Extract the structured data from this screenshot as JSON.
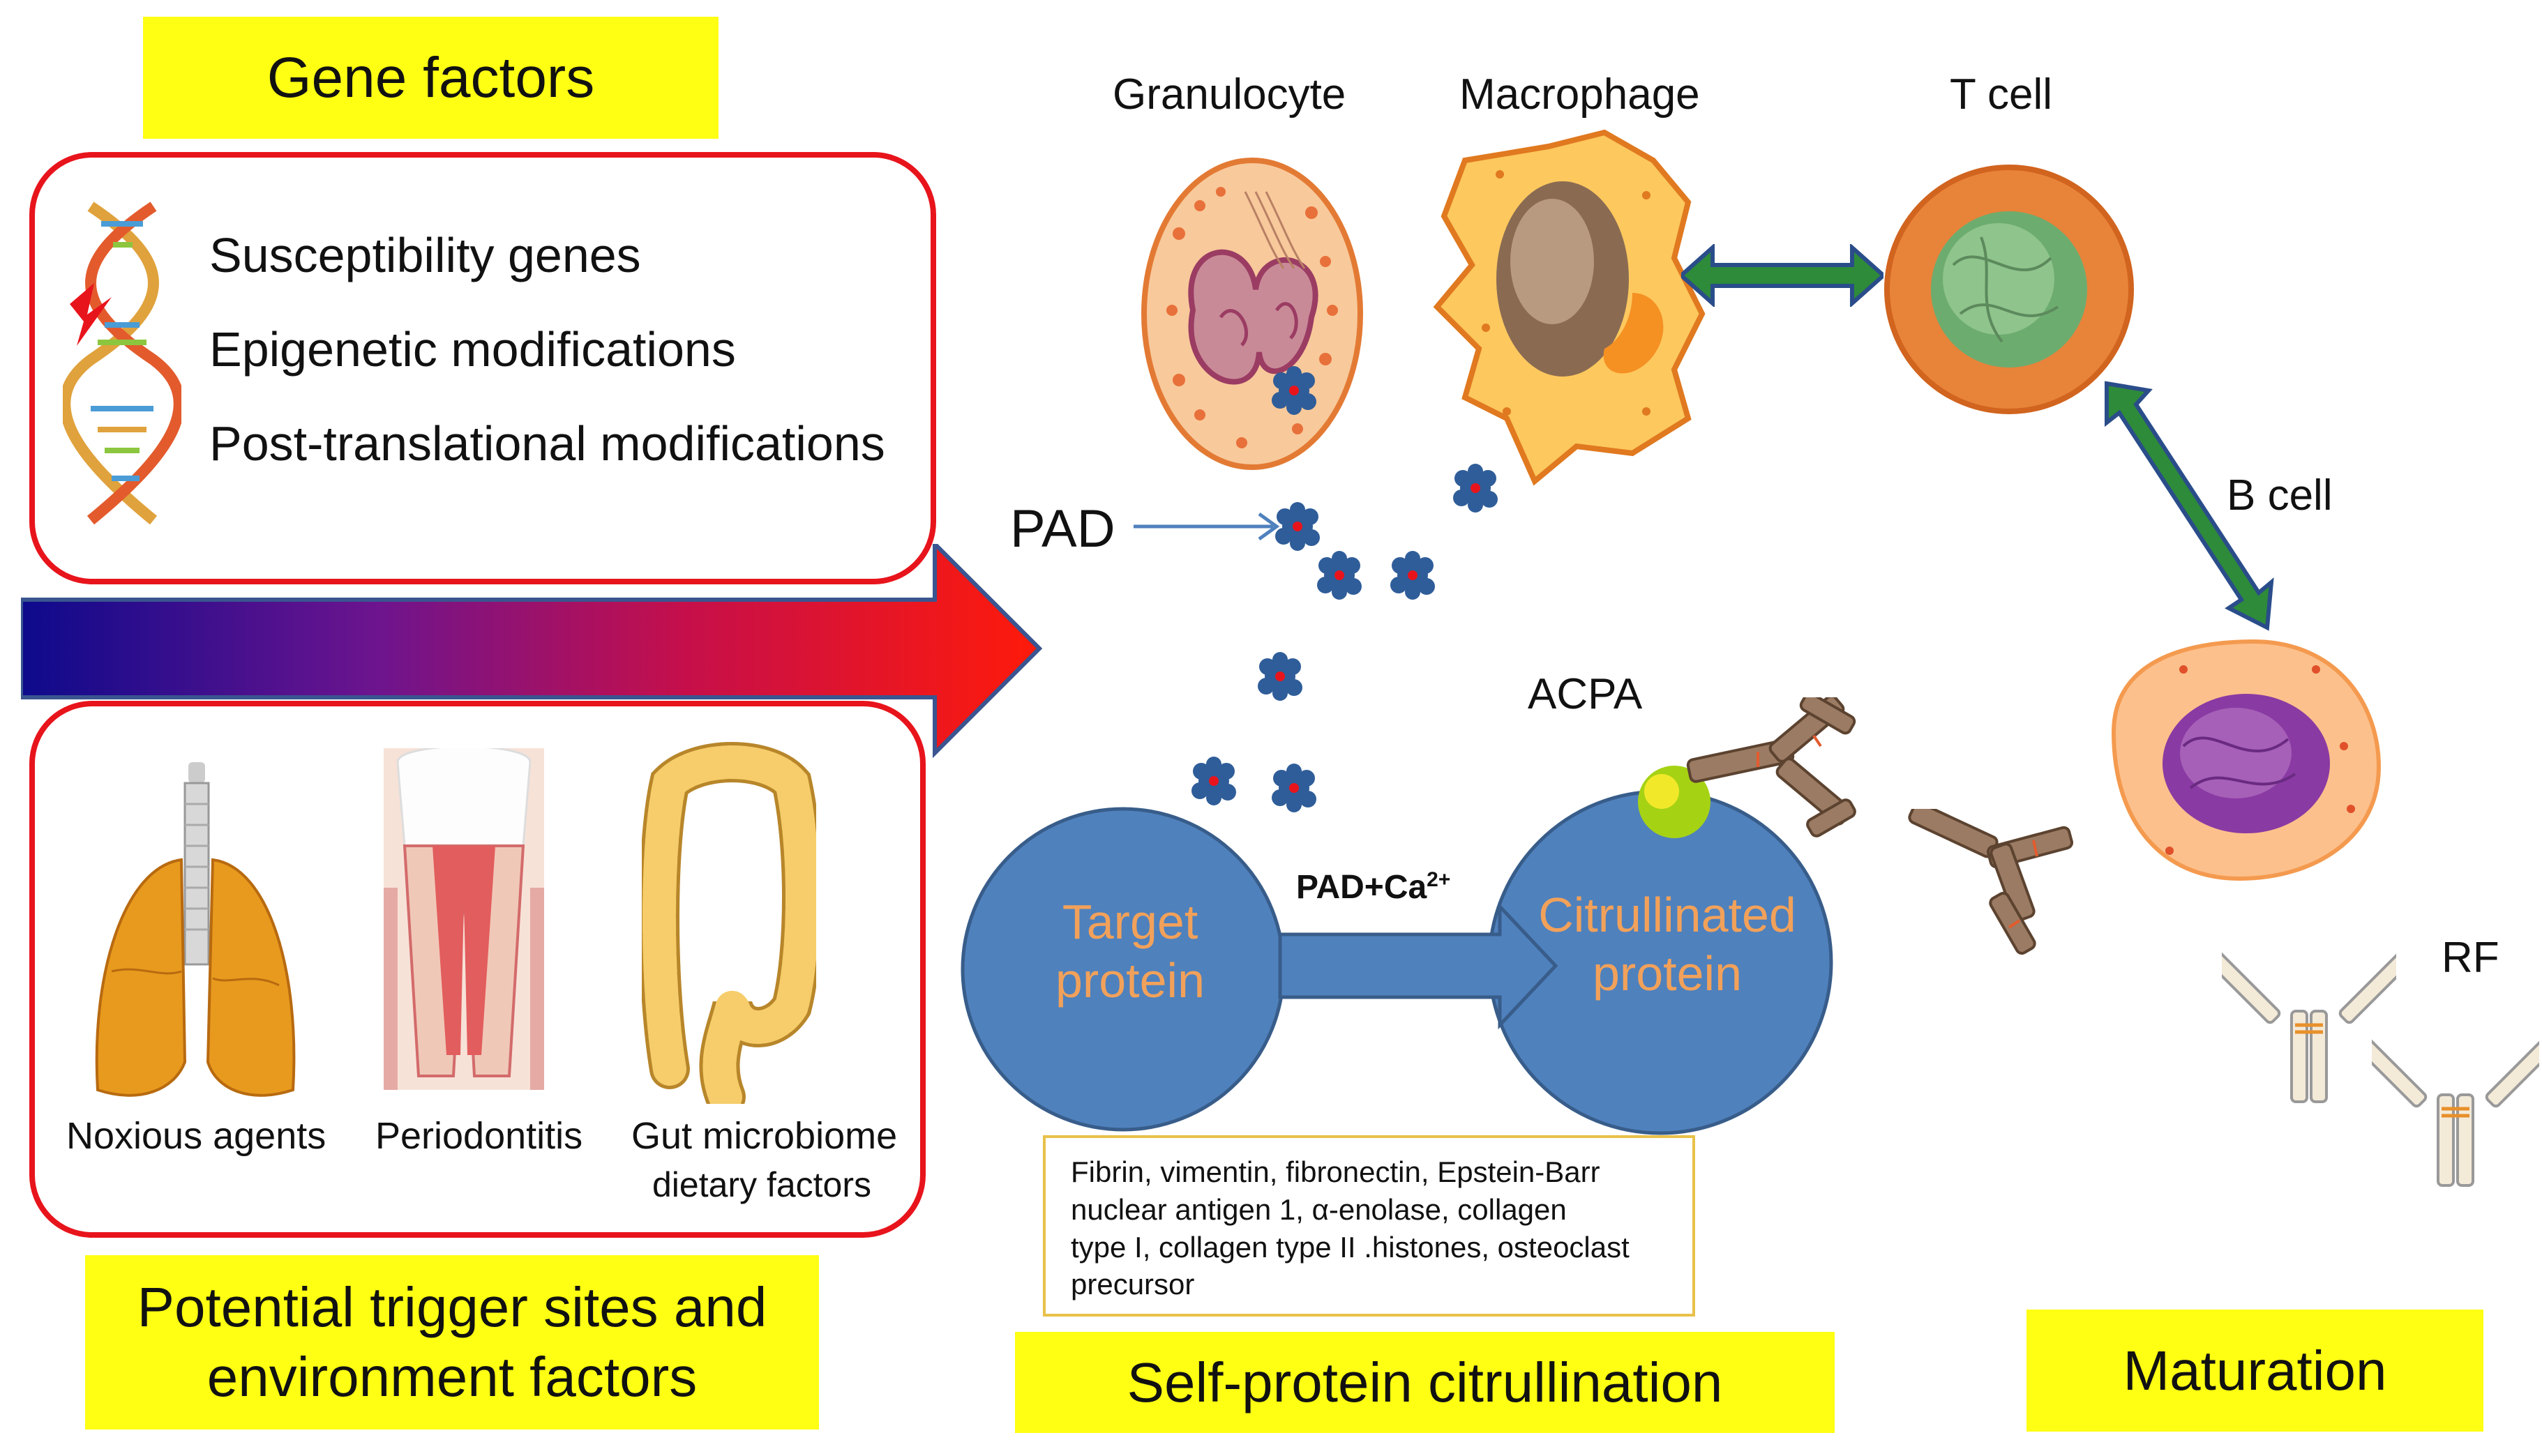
{
  "left": {
    "gene_factors_title": "Gene factors",
    "gene_items": [
      "Susceptibility genes",
      "Epigenetic modifications",
      "Post-translational modifications"
    ],
    "env_items": [
      "Noxious agents",
      "Periodontitis",
      "Gut microbiome"
    ],
    "env_sub": "dietary factors",
    "bottom_title_line1": "Potential trigger sites and",
    "bottom_title_line2": "environment factors"
  },
  "middle": {
    "cells": {
      "granulocyte": "Granulocyte",
      "macrophage": "Macrophage"
    },
    "pad_label": "PAD",
    "acpa_label": "ACPA",
    "target_protein_line1": "Target",
    "target_protein_line2": "protein",
    "reaction_label": "PAD+Ca",
    "reaction_sup": "2+",
    "citrullinated_line1": "Citrullinated",
    "citrullinated_line2": "protein",
    "note_line1": "Fibrin, vimentin, fibronectin, Epstein-Barr",
    "note_line2": "nuclear antigen 1, α-enolase, collagen",
    "note_line3": "type I, collagen type II .histones, osteoclast",
    "note_line4": "precursor",
    "bottom_title": "Self-protein citrullination"
  },
  "right": {
    "t_cell": "T cell",
    "b_cell": "B cell",
    "rf": "RF",
    "bottom_title": "Maturation"
  },
  "colors": {
    "title_box": "#ffff14",
    "frame": "#e8141c",
    "protein": "#4f81bd",
    "protein_text": "#f2a15a",
    "link_arrow": "#2e8b3a"
  },
  "icons": [
    "dna-icon",
    "lungs-icon",
    "tooth-icon",
    "colon-icon",
    "pad-enzyme-icon",
    "antibody-icon"
  ]
}
